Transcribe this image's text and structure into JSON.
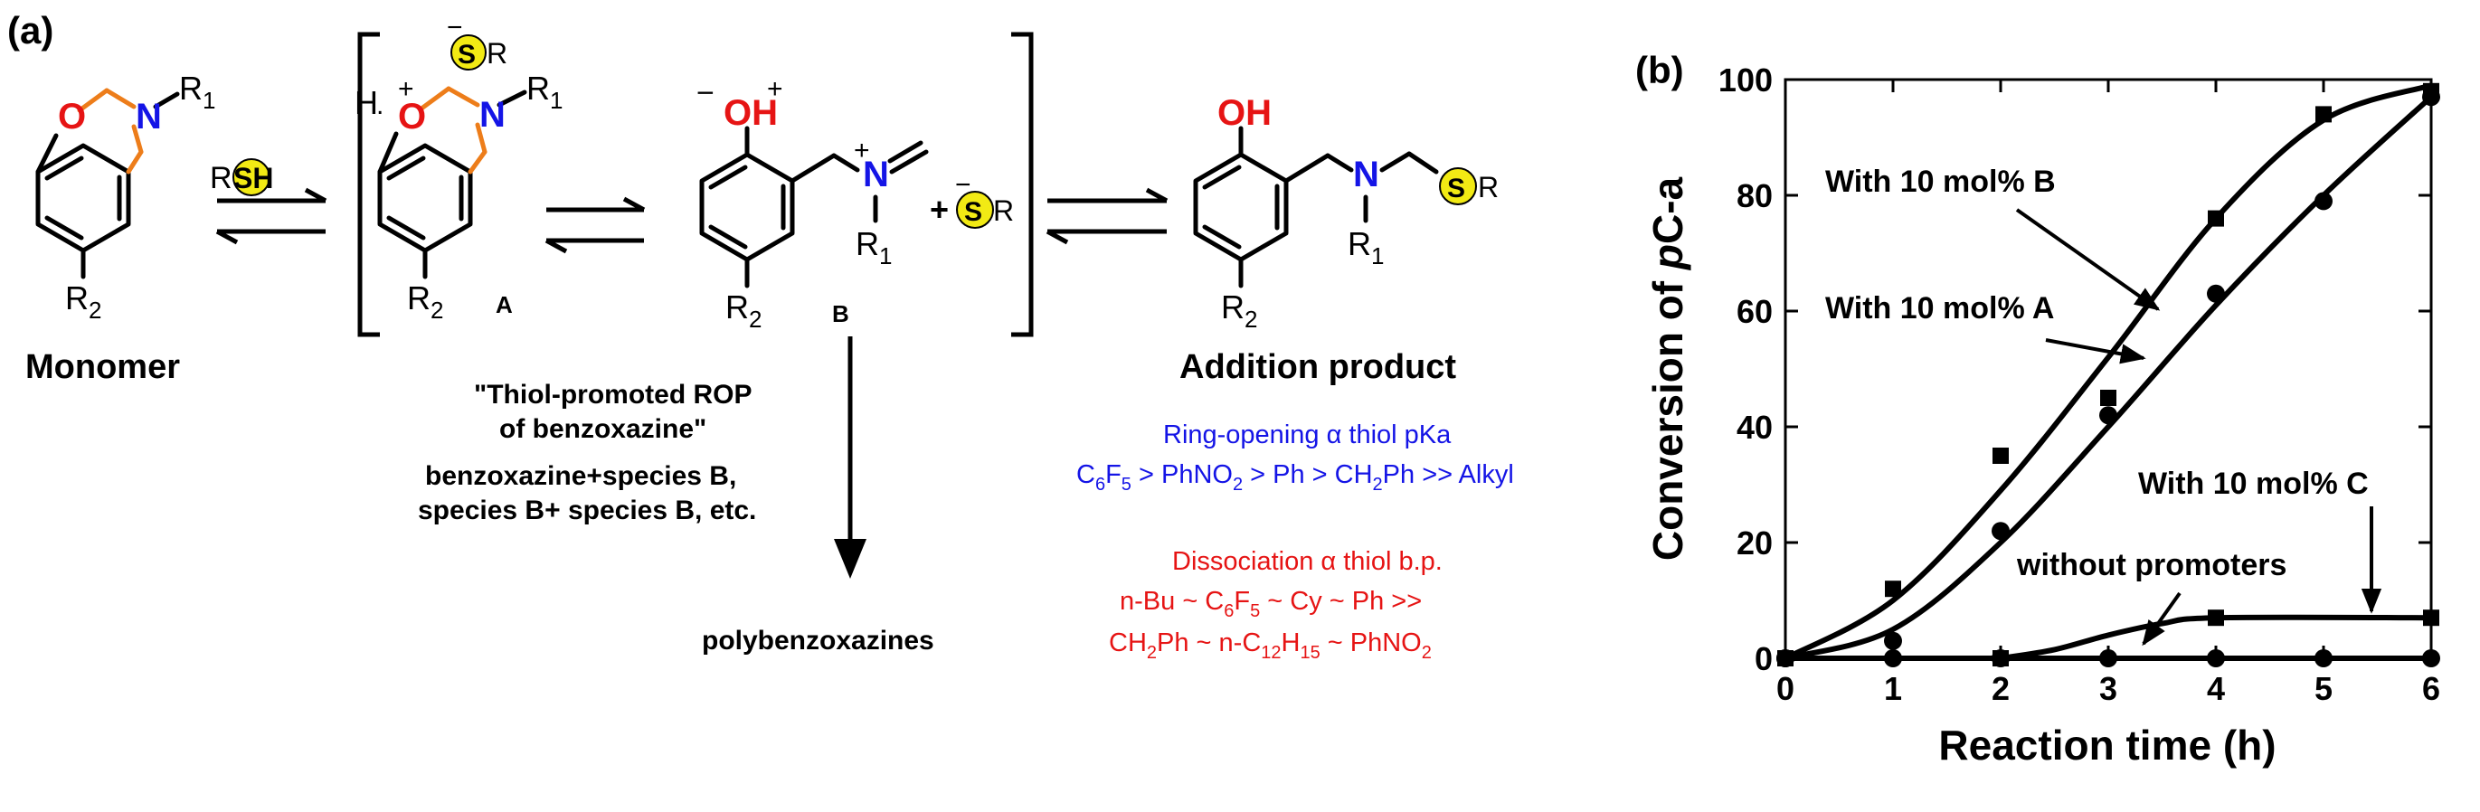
{
  "panel_a": {
    "label": "(a)",
    "reagent_r": "R",
    "reagent_sh": "SH",
    "atoms": {
      "o": "O",
      "oh": "OH",
      "n": "N",
      "s": "S",
      "h": "H",
      "plus": "+",
      "minus": "−",
      "r": "R",
      "r1_base": "R",
      "r1_sub": "1",
      "r2_base": "R",
      "r2_sub": "2"
    },
    "labels": {
      "monomer": "Monomer",
      "species_a": "A",
      "species_b": "B",
      "addition_product": "Addition product",
      "plus_sign": "+"
    },
    "rop_note": {
      "line1": "\"Thiol-promoted ROP",
      "line2": "of benzoxazine\"",
      "line3": "benzoxazine+species B,",
      "line4": "species B+ species B, etc."
    },
    "polymer": "polybenzoxazines",
    "ring_opening": {
      "title": "Ring-opening α thiol pKa",
      "parts": [
        "C",
        "6",
        "F",
        "5",
        " > PhNO",
        "2",
        " > Ph > CH",
        "2",
        "Ph >> Alkyl"
      ],
      "color": "#1414E6"
    },
    "dissociation": {
      "title": "Dissociation α thiol b.p.",
      "line1_parts": [
        "n-Bu ~ C",
        "6",
        "F",
        "5",
        " ~ Cy ~ Ph >>"
      ],
      "line2_parts": [
        "CH",
        "2",
        "Ph ~ n-C",
        "12",
        "H",
        "15",
        " ~ PhNO",
        "2"
      ],
      "color": "#E61414"
    },
    "colors": {
      "oxygen": "#E61414",
      "nitrogen": "#1414E6",
      "ring_bonds": "#ED7D1A",
      "sulfur_fill": "#F2EA14"
    }
  },
  "panel_b": {
    "label": "(b)",
    "annotations": {
      "with_b": "With 10 mol%  B",
      "with_a": "With 10 mol%  A",
      "with_c": "With 10 mol%  C",
      "without": "without promoters"
    }
  },
  "chart_data": {
    "type": "scatter",
    "xlabel": "Reaction time (h)",
    "ylabel_parts": [
      "Conversion of ",
      "p",
      "C-a"
    ],
    "x_ticks": [
      0,
      1,
      2,
      3,
      4,
      5,
      6
    ],
    "y_ticks": [
      0,
      20,
      40,
      60,
      80,
      100
    ],
    "xlim": [
      0,
      6
    ],
    "ylim": [
      0,
      100
    ],
    "grid": false,
    "series": [
      {
        "marker": "square",
        "points": [
          [
            0,
            0
          ],
          [
            1,
            12
          ],
          [
            2,
            35
          ],
          [
            3,
            45
          ],
          [
            4,
            76
          ],
          [
            5,
            94
          ],
          [
            6,
            98
          ]
        ],
        "curve": [
          [
            0,
            0
          ],
          [
            1,
            10
          ],
          [
            2,
            29
          ],
          [
            3,
            52
          ],
          [
            4,
            76
          ],
          [
            5,
            93
          ],
          [
            6,
            99
          ]
        ]
      },
      {
        "marker": "circle",
        "points": [
          [
            0,
            0
          ],
          [
            1,
            3
          ],
          [
            2,
            22
          ],
          [
            3,
            42
          ],
          [
            4,
            63
          ],
          [
            5,
            79
          ],
          [
            6,
            97
          ]
        ],
        "curve": [
          [
            0,
            0
          ],
          [
            1,
            5
          ],
          [
            2,
            20
          ],
          [
            3,
            40
          ],
          [
            4,
            61
          ],
          [
            5,
            80
          ],
          [
            6,
            97
          ]
        ]
      },
      {
        "marker": "square",
        "points": [
          [
            2,
            0
          ],
          [
            4,
            7
          ],
          [
            6,
            7
          ]
        ],
        "curve": [
          [
            2,
            0
          ],
          [
            2.5,
            1.5
          ],
          [
            3,
            4
          ],
          [
            3.5,
            6
          ],
          [
            4,
            7
          ],
          [
            6,
            7
          ]
        ]
      },
      {
        "marker": "circle",
        "points": [
          [
            0,
            0
          ],
          [
            1,
            0
          ],
          [
            2,
            0
          ],
          [
            3,
            0
          ],
          [
            4,
            0
          ],
          [
            5,
            0
          ],
          [
            6,
            0
          ]
        ],
        "curve": [
          [
            0,
            0
          ],
          [
            6,
            0
          ]
        ]
      }
    ]
  }
}
